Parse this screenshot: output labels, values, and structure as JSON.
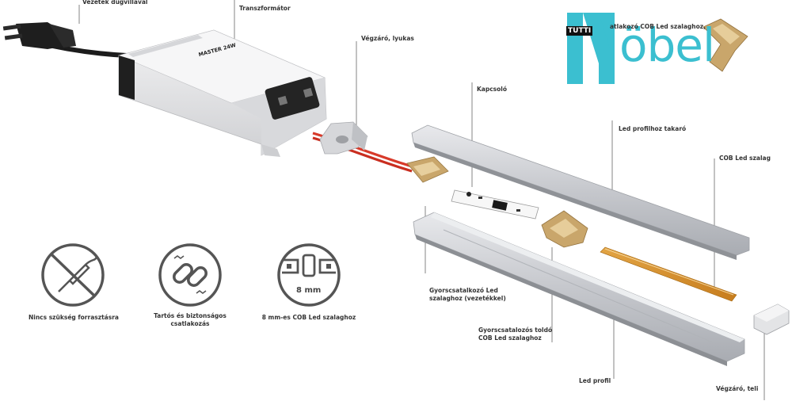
{
  "labels": {
    "plug_cable": "Vezeték dugvillával",
    "transformer": "Transzformátor",
    "end_cap_hole": "Végzáró, lyukas",
    "switch": "Kapcsoló",
    "cover": "Led profilhoz takaró",
    "cob_strip": "COB Led szalag",
    "quick_connector_cable_1": "Gyorscsatalkozó Led",
    "quick_connector_cable_2": "szalaghoz (vezetékkel)",
    "quick_joiner_1": "Gyorscsatalozós toldó",
    "quick_joiner_2": "COB Led szalaghoz",
    "profile": "Led profil",
    "end_cap_full": "Végzáró, teli",
    "top_partial": "atlakozó COB Led szalaghoz,"
  },
  "transformer_brand": "MASTER",
  "transformer_power": "24W",
  "features": [
    {
      "icon": "no-soldering-icon",
      "caption": "Nincs szükség forrasztásra"
    },
    {
      "icon": "chain-link-icon",
      "caption_line1": "Tartós és biztonságos",
      "caption_line2": "csatlakozás"
    },
    {
      "icon": "strip-connector-icon",
      "caption": "8 mm-es COB Led szalaghoz",
      "icon_text": "8 mm"
    }
  ],
  "logo": {
    "badge": "TUTTI",
    "text": "öbel",
    "color": "#3bbfd0"
  },
  "colors": {
    "logo": "#3bbfd0",
    "strip_copper": "#d9952e",
    "wire_red": "#d83a2a",
    "aluminum": "#c9cbd0",
    "icon_gray": "#555555"
  }
}
